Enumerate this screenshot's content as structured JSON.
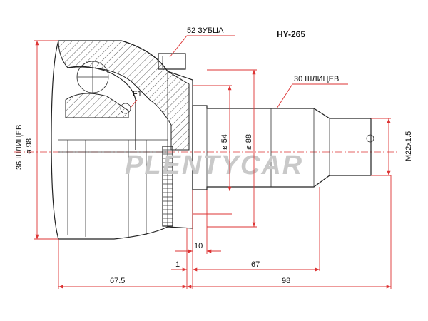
{
  "part_code": "HY-265",
  "watermark": "PLENTYCAR",
  "labels": {
    "abs_teeth": "52 ЗУБЦА",
    "outer_splines": "30 ШЛИЦЕВ",
    "inner_splines": "36 ШЛИЦЕВ",
    "detail_ref": "F1"
  },
  "dimensions": {
    "outer_diameter": "ø 98",
    "shaft_diameter_54": "ø 54",
    "shaft_diameter_88": "ø 88",
    "thread": "M22x1.5",
    "len_10": "10",
    "len_1": "1",
    "len_67": "67",
    "len_67_5": "67.5",
    "len_98": "98"
  },
  "colors": {
    "outline": "#222222",
    "dimension_line": "#dd3333",
    "watermark": "#c9c9c9"
  }
}
